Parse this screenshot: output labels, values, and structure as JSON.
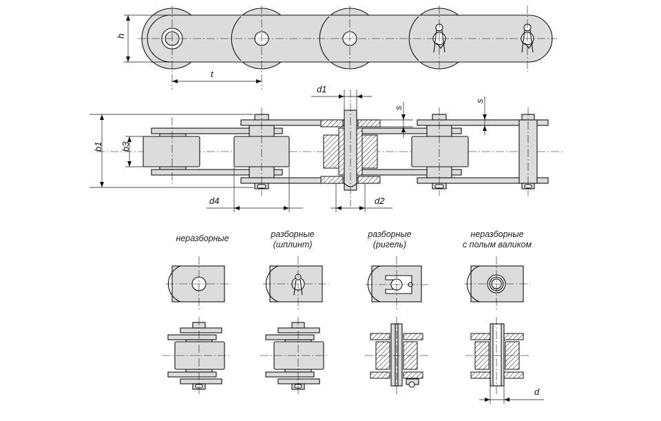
{
  "dimensions": {
    "h": "h",
    "t": "t",
    "d1": "d1",
    "s_left": "s",
    "s_right": "s",
    "b1": "b1",
    "b3": "b3",
    "d4": "d4",
    "d2": "d2",
    "d": "d"
  },
  "variants": [
    {
      "line1": "неразборные",
      "line2": ""
    },
    {
      "line1": "разборные",
      "line2": "(шплинт)"
    },
    {
      "line1": "разборные",
      "line2": "(ригель)"
    },
    {
      "line1": "неразборные",
      "line2": "с полым валиком"
    }
  ]
}
